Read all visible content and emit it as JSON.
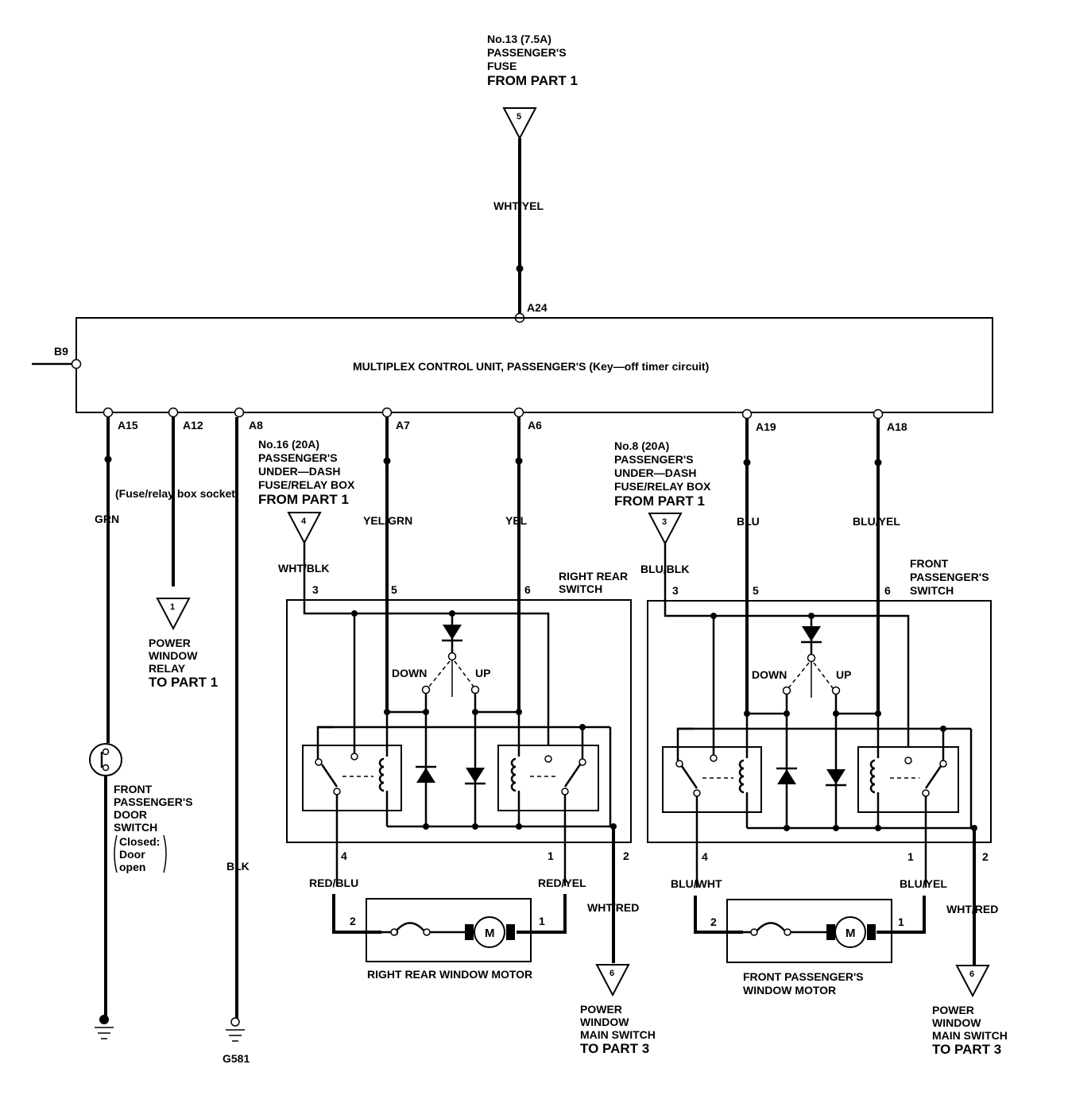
{
  "top_fuse": {
    "line1": "No.13 (7.5A)",
    "line2": "PASSENGER'S",
    "line3": "FUSE",
    "line4": "FROM PART 1",
    "connector_no": "5",
    "wire": "WHT/YEL",
    "pin": "A24"
  },
  "mcu": {
    "label": "MULTIPLEX CONTROL UNIT, PASSENGER'S (Key—off timer circuit)",
    "left_pin": "B9"
  },
  "pins": {
    "a15": "A15",
    "a12": "A12",
    "a8": "A8",
    "a7": "A7",
    "a6": "A6",
    "a19": "A19",
    "a18": "A18"
  },
  "left": {
    "fuse_socket": "(Fuse/relay box socket)",
    "wire_grn": "GRN",
    "wire_blk": "BLK",
    "relay_connector": "1",
    "relay_l1": "POWER",
    "relay_l2": "WINDOW",
    "relay_l3": "RELAY",
    "relay_l4": "TO PART 1",
    "door_l1": "FRONT",
    "door_l2": "PASSENGER'S",
    "door_l3": "DOOR",
    "door_l4": "SWITCH",
    "door_n1": "Closed:",
    "door_n2": "Door",
    "door_n3": "open",
    "ground": "G581"
  },
  "rr": {
    "fuse_l1": "No.16 (20A)",
    "fuse_l2": "PASSENGER'S",
    "fuse_l3": "UNDER—DASH",
    "fuse_l4": "FUSE/RELAY BOX",
    "fuse_l5": "FROM PART 1",
    "fuse_connector": "4",
    "wire_in": "WHT/BLK",
    "wire_a7": "YEL/GRN",
    "wire_a6": "YEL",
    "t3": "3",
    "t5": "5",
    "t6": "6",
    "switch_l1": "RIGHT REAR",
    "switch_l2": "SWITCH",
    "down": "DOWN",
    "up": "UP",
    "t4": "4",
    "t1": "1",
    "t2": "2",
    "wire4": "RED/BLU",
    "wire1": "RED/YEL",
    "wire2": "WHT/RED",
    "motor_t2": "2",
    "motor_t1": "1",
    "motor_symbol": "M",
    "motor_l1": "RIGHT REAR WINDOW MOTOR",
    "motor_l2": "",
    "conn_out": "6",
    "out_l1": "POWER",
    "out_l2": "WINDOW",
    "out_l3": "MAIN SWITCH",
    "out_l4": "TO PART 3"
  },
  "fp": {
    "fuse_l1": "No.8 (20A)",
    "fuse_l2": "PASSENGER'S",
    "fuse_l3": "UNDER—DASH",
    "fuse_l4": "FUSE/RELAY BOX",
    "fuse_l5": "FROM PART 1",
    "fuse_connector": "3",
    "wire_in": "BLU/BLK",
    "wire_a7": "BLU",
    "wire_a6": "BLU/YEL",
    "t3": "3",
    "t5": "5",
    "t6": "6",
    "switch_l1": "FRONT",
    "switch_l2": "PASSENGER'S",
    "switch_l3": "SWITCH",
    "down": "DOWN",
    "up": "UP",
    "t4": "4",
    "t1": "1",
    "t2": "2",
    "wire4": "BLU/WHT",
    "wire1": "BLU/YEL",
    "wire2": "WHT/RED",
    "motor_t2": "2",
    "motor_t1": "1",
    "motor_symbol": "M",
    "motor_l1": "FRONT PASSENGER'S",
    "motor_l2": "WINDOW MOTOR",
    "conn_out": "6",
    "out_l1": "POWER",
    "out_l2": "WINDOW",
    "out_l3": "MAIN SWITCH",
    "out_l4": "TO PART 3"
  }
}
